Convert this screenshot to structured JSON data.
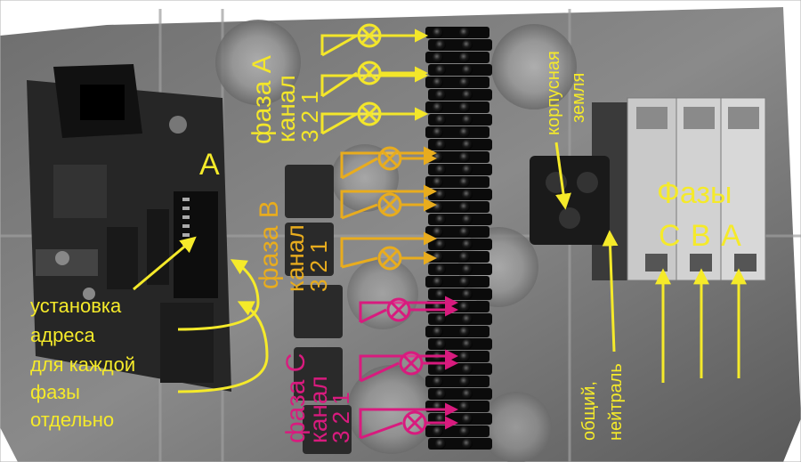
{
  "labels": {
    "board_letter": "A",
    "phase_a_title": "фаза А",
    "phase_a_channel": "канал",
    "phase_a_numbers": "3   2   1",
    "phase_b_title": "фаза В",
    "phase_b_channel": "канал",
    "phase_b_numbers": "3   2   1",
    "phase_c_title": "фаза С",
    "phase_c_channel": "канал",
    "phase_c_numbers": "3   2   1",
    "ground_line1": "корпусная",
    "ground_line2": "земля",
    "phases_title": "Фазы",
    "phase_letters": "С В А",
    "neutral_line1": "общий,",
    "neutral_line2": "нейтраль",
    "address_line1": "установка",
    "address_line2": "адреса",
    "address_line3": "для каждой",
    "address_line4": "фазы",
    "address_line5": "отдельно"
  },
  "colors": {
    "phase_a": "#f3e62a",
    "phase_b": "#e8ac1e",
    "phase_c": "#d81b7e",
    "callout": "#f5ea2a"
  }
}
